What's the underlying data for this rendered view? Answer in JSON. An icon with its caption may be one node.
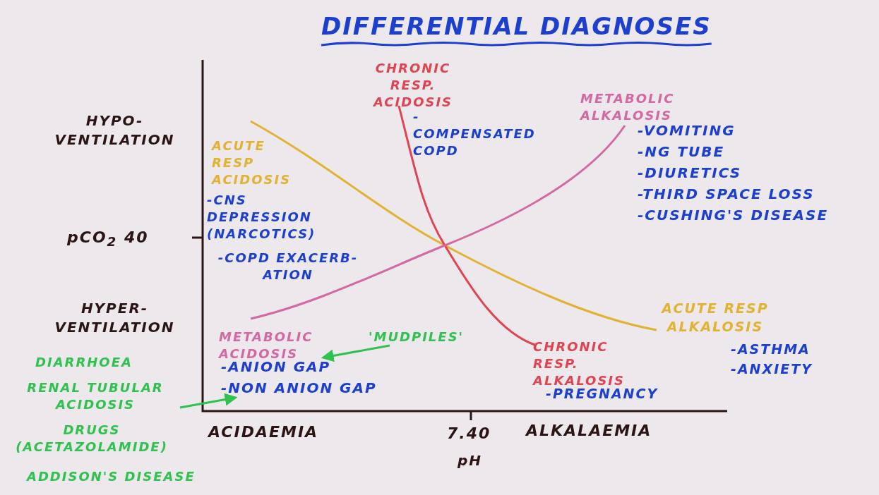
{
  "diagram": {
    "nodes": [
      {
        "text": [
          "'MUDPILES'"
        ]
      },
      {
        "text": [
          "-ANION GAP"
        ]
      },
      {
        "text": [
          "-NON ANION GAP"
        ]
      },
      {
        "text": [
          "RENAL TUBULAR ACIDOSIS"
        ]
      }
    ],
    "edges": [
      {
        "from": 0,
        "to": 1,
        "arrow": "to"
      },
      {
        "from": 3,
        "to": 2,
        "arrow": "to"
      }
    ],
    "labels": [
      "DIFFERENTIAL DIAGNOSES",
      "CHRONIC RESP. ACIDOSIS",
      "METABOLIC ALKALOSIS",
      "HYPO- VENTILATION",
      "-COMPENSATED COPD",
      "-VOMITING",
      "-NG TUBE",
      "-DIURETICS",
      "-THIRD SPACE LOSS",
      "-CUSHING'S DISEASE",
      "ACUTE RESP ACIDOSIS",
      "-CNS DEPRESSION (NARCOTICS)",
      "pCO$_{2}$ 40",
      "-COPD EXACERB- ATION",
      "HYPER- VENTILATION",
      "ACUTE RESP ALKALOSIS",
      "METABOLIC ACIDOSIS",
      "CHRONIC RESP. ALKALOSIS",
      "-ASTHMA",
      "-ANXIETY",
      "DIARRHOEA",
      "-PREGNANCY",
      "ACIDAEMIA",
      "7.40",
      "ALKALAEMIA",
      "DRUGS (ACETAZOLAMIDE)",
      "pH",
      "ADDISON'S DISEASE"
    ]
  }
}
